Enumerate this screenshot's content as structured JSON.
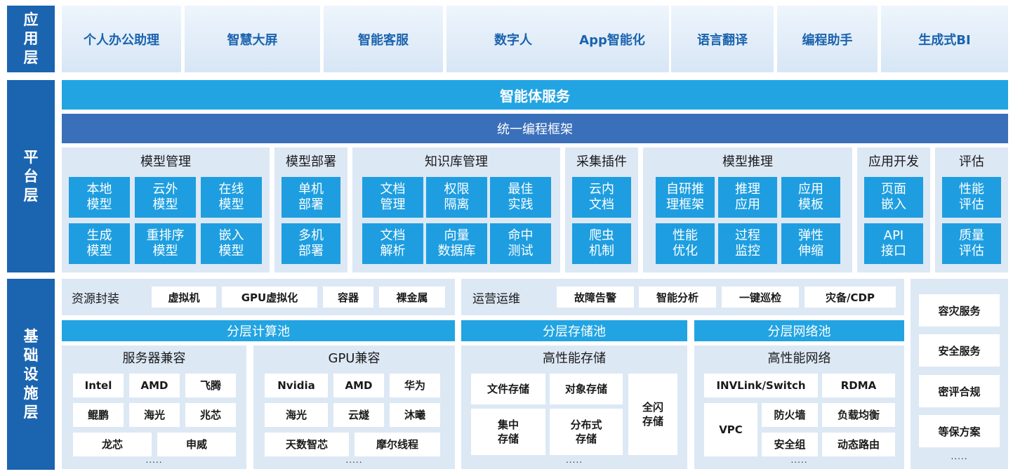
{
  "app_layer": {
    "label": [
      "应",
      "用",
      "层"
    ],
    "items": [
      "个人办公助理",
      "智慧大屏",
      "智能客服",
      "数字人",
      "App智能化",
      "语言翻译",
      "编程助手",
      "生成式BI"
    ]
  },
  "platform_layer": {
    "label": [
      "平",
      "台",
      "层"
    ],
    "agent_service": "智能体服务",
    "programming_framework": "统一编程框架",
    "modules": [
      {
        "title": "模型管理",
        "items": [
          "本地\n模型",
          "云外\n模型",
          "在线\n模型",
          "生成\n模型",
          "重排序\n模型",
          "嵌入\n模型"
        ]
      },
      {
        "title": "模型部署",
        "items": [
          "单机\n部署",
          "多机\n部署"
        ]
      },
      {
        "title": "知识库管理",
        "items": [
          "文档\n管理",
          "权限\n隔离",
          "最佳\n实践",
          "文档\n解析",
          "向量\n数据库",
          "命中\n测试"
        ]
      },
      {
        "title": "采集插件",
        "items": [
          "云内\n文档",
          "爬虫\n机制"
        ]
      },
      {
        "title": "模型推理",
        "items": [
          "自研推\n理框架",
          "推理\n应用",
          "应用\n模板",
          "性能\n优化",
          "过程\n监控",
          "弹性\n伸缩"
        ]
      },
      {
        "title": "应用开发",
        "items": [
          "页面\n嵌入",
          "API\n接口"
        ]
      },
      {
        "title": "评估",
        "items": [
          "性能\n评估",
          "质量\n评估"
        ]
      }
    ]
  },
  "infra_layer": {
    "label": [
      "基",
      "础",
      "设",
      "施",
      "层"
    ],
    "resource": {
      "label": "资源封装",
      "items": [
        "虚拟机",
        "GPU虚拟化",
        "容器",
        "裸金属"
      ]
    },
    "ops": {
      "label": "运营运维",
      "items": [
        "故障告警",
        "智能分析",
        "一键巡检",
        "灾备/CDP"
      ]
    },
    "pools": [
      "分层计算池",
      "分层存储池",
      "分层网络池"
    ],
    "server": {
      "title": "服务器兼容",
      "items": [
        "Intel",
        "AMD",
        "飞腾",
        "鲲鹏",
        "海光",
        "兆芯",
        "龙芯",
        "申威"
      ]
    },
    "gpu": {
      "title": "GPU兼容",
      "items": [
        "Nvidia",
        "AMD",
        "华为",
        "海光",
        "云燧",
        "沐曦",
        "天数智芯",
        "摩尔线程"
      ]
    },
    "storage": {
      "title": "高性能存储",
      "items": [
        "文件存储",
        "对象存储",
        "集中\n存储",
        "分布式\n存储",
        "全闪\n存储"
      ]
    },
    "network": {
      "title": "高性能网络",
      "items": [
        "INVLink/Switch",
        "RDMA",
        "VPC",
        "防火墙",
        "负载均衡",
        "安全组",
        "动态路由"
      ]
    },
    "services": [
      "容灾服务",
      "安全服务",
      "密评合规",
      "等保方案"
    ],
    "more": "....."
  }
}
